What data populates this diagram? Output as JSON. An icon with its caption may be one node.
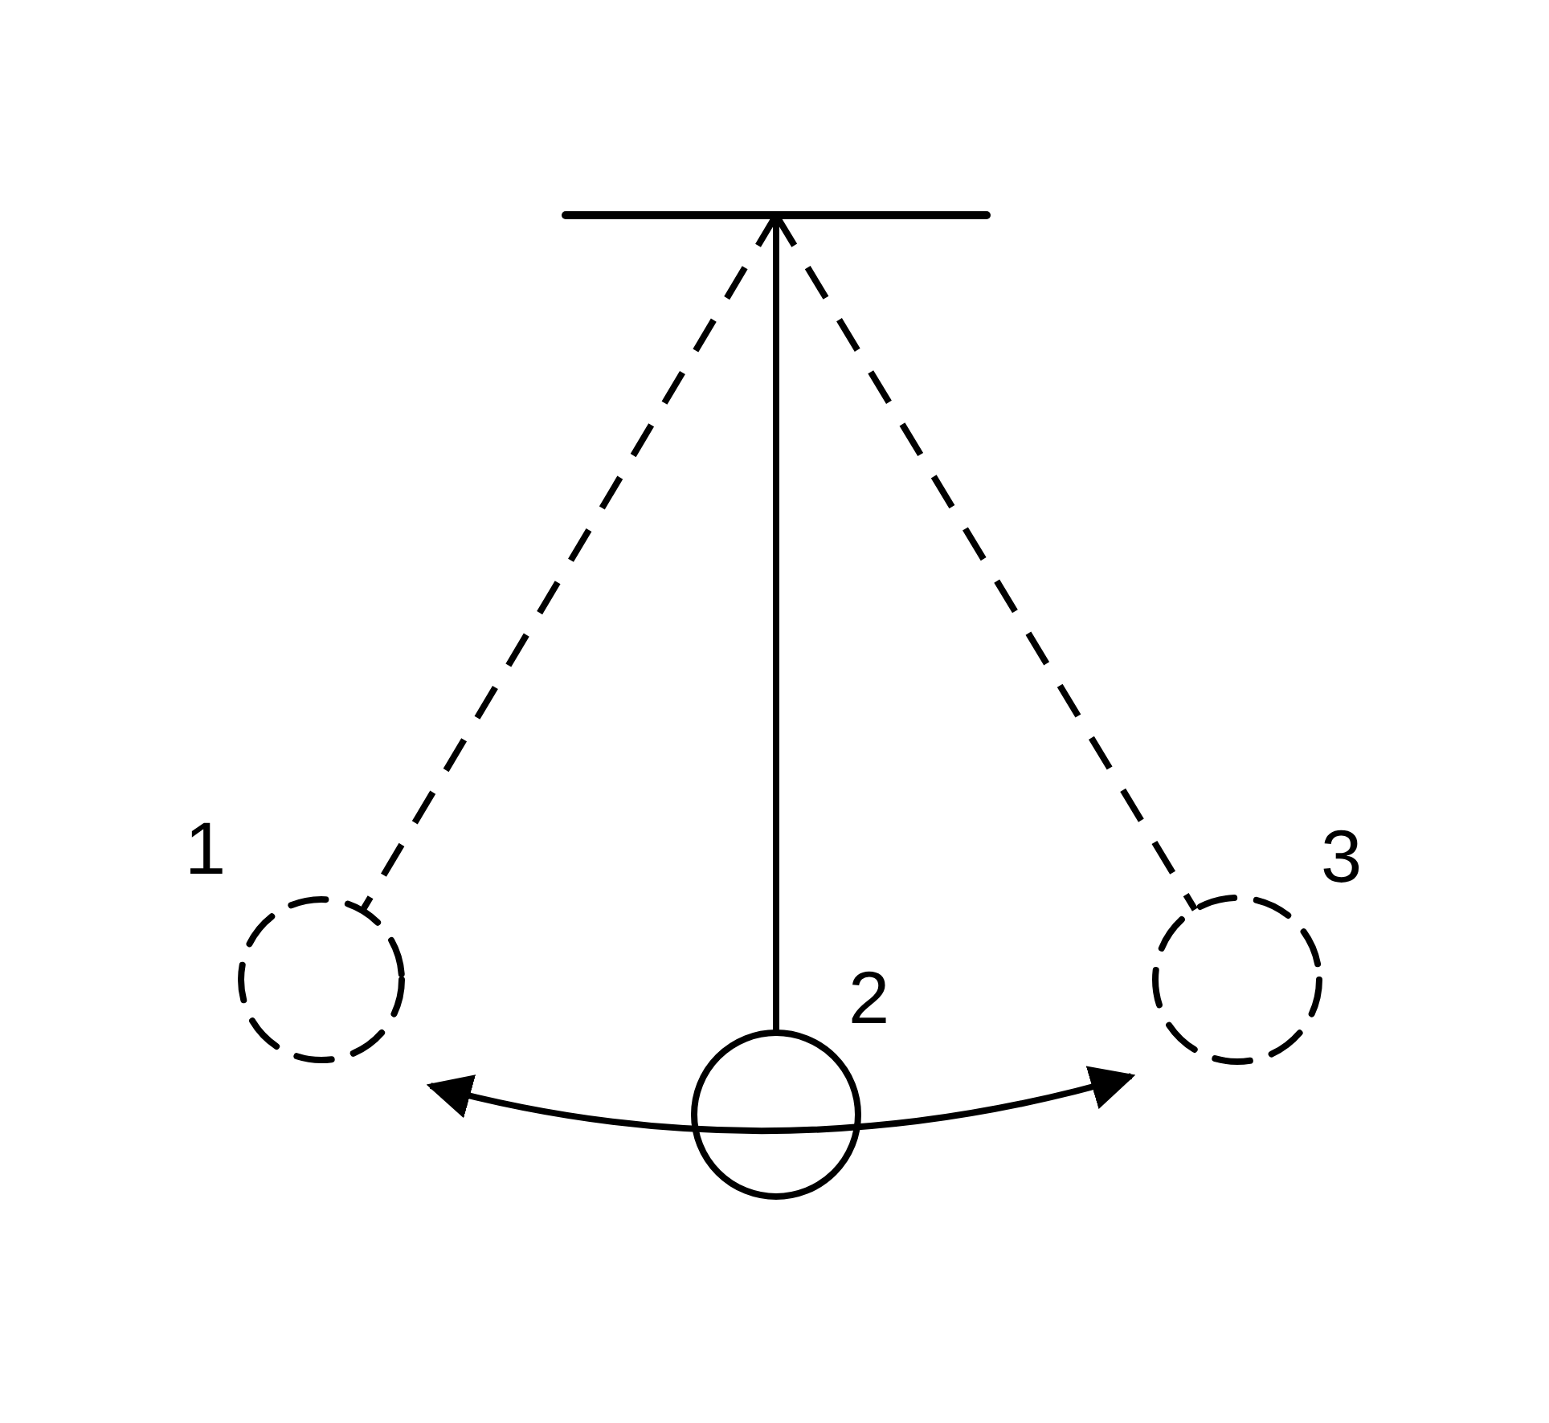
{
  "diagram": {
    "nodes": [
      {
        "text": [],
        "shape": "bar"
      },
      {
        "text": [],
        "shape": "circle",
        "beside": [
          "1"
        ]
      },
      {
        "text": [],
        "shape": "circle",
        "beside": [
          "2"
        ]
      },
      {
        "text": [],
        "shape": "circle",
        "beside": [
          "3"
        ]
      }
    ],
    "edges": [
      {
        "from": 0,
        "to": 1,
        "arrow": "none",
        "style": "dashed"
      },
      {
        "from": 0,
        "to": 2,
        "arrow": "none"
      },
      {
        "from": 0,
        "to": 3,
        "arrow": "none",
        "style": "dashed"
      }
    ]
  }
}
